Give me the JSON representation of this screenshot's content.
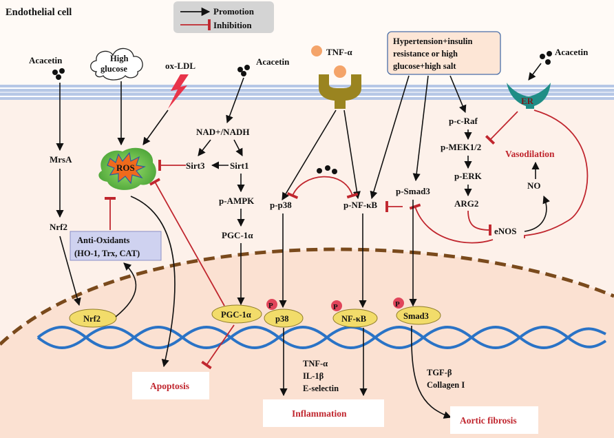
{
  "title": "Endothelial cell",
  "legend": {
    "promotion": "Promotion",
    "inhibition": "Inhibition"
  },
  "left": {
    "acacetin": "Acacetin",
    "mrsa": "MrsA",
    "nrf2": "Nrf2",
    "antioxidants_line1": "Anti-Oxidants",
    "antioxidants_line2": "(HO-1, Trx, CAT)",
    "nrf2_nucleus": "Nrf2"
  },
  "center_left": {
    "high_glucose_line1": "High",
    "high_glucose_line2": "glucose",
    "ox_ldl": "ox-LDL",
    "ros": "ROS",
    "acacetin": "Acacetin",
    "nad": "NAD+/NADH",
    "sirt3": "Sirt3",
    "sirt1": "Sirt1",
    "p_ampk": "p-AMPK",
    "pgc1a": "PGC-1α",
    "pgc1a_nucleus": "PGC-1α",
    "apoptosis": "Apoptosis"
  },
  "center": {
    "tnf_alpha": "TNF-α",
    "p_p38": "p-p38",
    "p_nfkb": "p-NF-κB",
    "p38_nucleus": "p38",
    "nfkb_nucleus": "NF-κB",
    "phospho": "P",
    "cytokines": [
      "TNF-α",
      "IL-1β",
      "E-selectin"
    ],
    "inflammation": "Inflammation"
  },
  "right": {
    "stimulus_line1": "Hypertension+insulin",
    "stimulus_line2": "resistance or high",
    "stimulus_line3": "glucose+high salt",
    "acacetin": "Acacetin",
    "er": "ER",
    "p_craf": "p-c-Raf",
    "p_mek": "p-MEK1/2",
    "p_erk": "p-ERK",
    "arg2": "ARG2",
    "enos": "eNOS",
    "no": "NO",
    "vasodilation": "Vasodilation",
    "p_smad3": "p-Smad3",
    "smad3_nucleus": "Smad3",
    "fibrosis_genes": [
      "TGF-β",
      "Collagen I"
    ],
    "aortic_fibrosis": "Aortic fibrosis"
  },
  "colors": {
    "cytoplasm": "#fdf1ea",
    "nucleus": "#fbe1d2",
    "membrane": "#b6c7e6",
    "promotion": "#111111",
    "inhibition": "#c0262e",
    "molecule_oval": "#f2dc6a",
    "phospho_dot": "#e0455a",
    "dna": "#2a73c6",
    "receptor": "#9a8420",
    "er_receptor": "#1f8d86",
    "antioxidant_box": "#cfd2f0",
    "stimulus_box": "#fde6d6"
  }
}
